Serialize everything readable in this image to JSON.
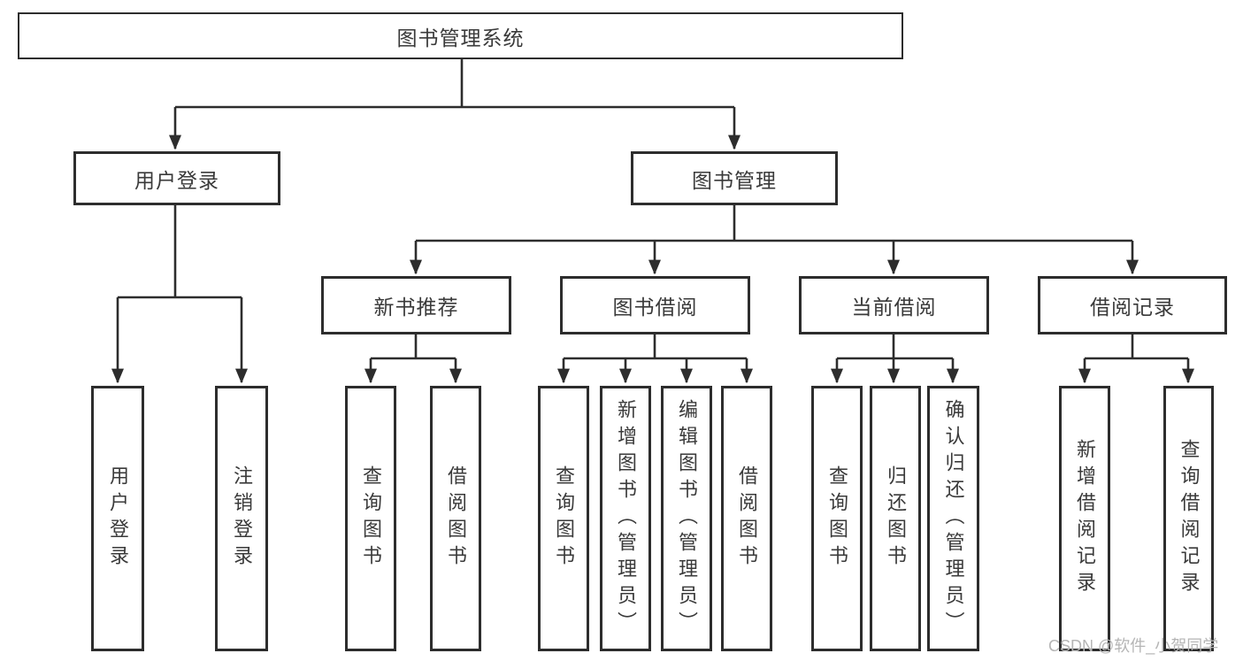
{
  "diagram": {
    "title": "图书管理系统",
    "branches": [
      {
        "label": "用户登录",
        "leaves": [
          "用户登录",
          "注销登录"
        ]
      },
      {
        "label": "图书管理",
        "sections": [
          {
            "label": "新书推荐",
            "leaves": [
              "查询图书",
              "借阅图书"
            ]
          },
          {
            "label": "图书借阅",
            "leaves": [
              "查询图书",
              "新增图书（管理员）",
              "编辑图书（管理员）",
              "借阅图书"
            ]
          },
          {
            "label": "当前借阅",
            "leaves": [
              "查询图书",
              "归还图书",
              "确认归还（管理员）"
            ]
          },
          {
            "label": "借阅记录",
            "leaves": [
              "新增借阅记录",
              "查询借阅记录"
            ]
          }
        ]
      }
    ]
  },
  "watermark": {
    "text": "CSDN @软件_小贺同学"
  },
  "colors": {
    "line": "#2d2d2d",
    "text": "#3a3a3a",
    "watermark": "#b5b5b5",
    "background": "#ffffff"
  }
}
